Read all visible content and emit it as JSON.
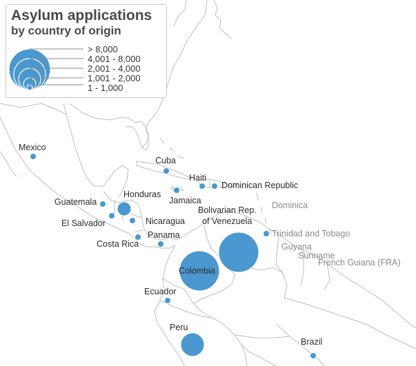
{
  "legend": {
    "title": "Asylum applications",
    "subtitle": "by country of origin",
    "classes": [
      "> 8,000",
      "4,001 - 8,000",
      "2,001 - 4,000",
      "1,001 - 2,000",
      "1 - 1,000"
    ]
  },
  "colors": {
    "bubble": "#4a98cf",
    "border": "#bdbdbd",
    "label_dark": "#2b2b2b",
    "label_grey": "#8a8a8a"
  },
  "countries": [
    {
      "id": "mexico",
      "name": "Mexico",
      "size_class": "1 - 1,000"
    },
    {
      "id": "cuba",
      "name": "Cuba",
      "size_class": "1 - 1,000"
    },
    {
      "id": "haiti",
      "name": "Haiti",
      "size_class": "1 - 1,000"
    },
    {
      "id": "dominican-republic",
      "name": "Dominican Republic",
      "size_class": "1 - 1,000"
    },
    {
      "id": "honduras",
      "name": "Honduras",
      "size_class": "1,001 - 2,000"
    },
    {
      "id": "jamaica",
      "name": "Jamaica",
      "size_class": "1 - 1,000"
    },
    {
      "id": "guatemala",
      "name": "Guatemala",
      "size_class": "1 - 1,000"
    },
    {
      "id": "el-salvador",
      "name": "El Salvador",
      "size_class": "1 - 1,000"
    },
    {
      "id": "nicaragua",
      "name": "Nicaragua",
      "size_class": "1 - 1,000"
    },
    {
      "id": "costa-rica",
      "name": "Costa Rica",
      "size_class": "1 - 1,000"
    },
    {
      "id": "panama",
      "name": "Panama",
      "size_class": "1 - 1,000"
    },
    {
      "id": "venezuela",
      "name": "Bolivarian Rep.",
      "name2": "of Venezuela",
      "size_class": "> 8,000"
    },
    {
      "id": "trinidad",
      "name": "Trinidad and Tobago",
      "size_class": "1 - 1,000"
    },
    {
      "id": "colombia",
      "name": "Colombia",
      "size_class": "> 8,000"
    },
    {
      "id": "ecuador",
      "name": "Ecuador",
      "size_class": "1 - 1,000"
    },
    {
      "id": "peru",
      "name": "Peru",
      "size_class": "2,001 - 4,000"
    },
    {
      "id": "brazil",
      "name": "Brazil",
      "size_class": "1 - 1,000"
    }
  ],
  "other_labels": [
    {
      "id": "dominica",
      "name": "Dominica"
    },
    {
      "id": "guyana",
      "name": "Guyana"
    },
    {
      "id": "suriname",
      "name": "Suriname"
    },
    {
      "id": "french-guiana",
      "name": "French Guiana (FRA)"
    }
  ]
}
